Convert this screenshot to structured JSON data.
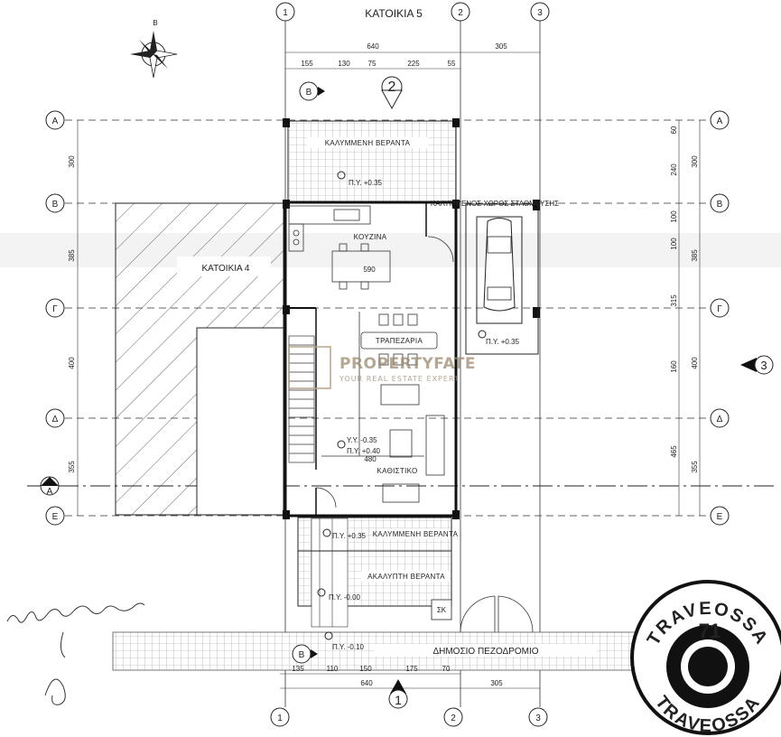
{
  "title": "ΚΑΤΟΙΚΙΑ 5",
  "neighbor_label": "ΚΑΤΟΙΚΙΑ 4",
  "compass_letter": "Β",
  "grid": {
    "rows": [
      "Α",
      "Β",
      "Γ",
      "Δ",
      "Ε"
    ],
    "cols": [
      "1",
      "2",
      "3"
    ]
  },
  "section_markers": {
    "top": "2",
    "right": "3",
    "bottom": "1",
    "section_letter": "Α",
    "level_marker": "Β"
  },
  "rooms": {
    "covered_veranda_top": "ΚΑΛΥΜΜΕΝΗ ΒΕΡΑΝΤΑ",
    "parking": "ΚΑΛΥΜΜΕΝΟΣ ΧΩΡΟΣ ΣΤΑΘΜΕΥΣΗΣ",
    "kitchen": "ΚΟΥΖΙΝΑ",
    "dining": "ΤΡΑΠΕΖΑΡΙΑ",
    "living": "ΚΑΘΙΣΤΙΚΟ",
    "covered_veranda_bottom": "ΚΑΛΥΜΜΕΝΗ ΒΕΡΑΝΤΑ",
    "open_veranda": "ΑΚΑΛΥΠΤΗ ΒΕΡΑΝΤΑ",
    "sk": "ΣΚ",
    "sidewalk": "ΔΗΜΟΣΙΟ ΠΕΖΟΔΡΟΜΙΟ"
  },
  "levels": {
    "veranda_top": "Π.Υ. +0.35",
    "parking": "Π.Υ. +0.35",
    "living_yy": "Υ.Υ. -0.35",
    "living_py": "Π.Υ. +0.40",
    "veranda_bottom": "Π.Υ. +0.35",
    "open_veranda": "Π.Υ. -0.00",
    "sidewalk": "Π.Υ. -0.10"
  },
  "dims": {
    "top_total": "640",
    "top_right": "305",
    "top_parts": [
      "155",
      "130",
      "75",
      "225",
      "55"
    ],
    "bottom_total": "640",
    "bottom_right": "305",
    "bottom_parts": [
      "135",
      "110",
      "150",
      "175",
      "70"
    ],
    "left": [
      "300",
      "385",
      "400",
      "355"
    ],
    "right_outer": [
      "300",
      "385",
      "400",
      "355"
    ],
    "right_inner": [
      "60",
      "240",
      "100",
      "100",
      "315",
      "160",
      "465"
    ],
    "kitchen_width": "590",
    "living_width": "480"
  },
  "watermark": {
    "brand": "PROPERTYFATE",
    "tagline": "YOUR REAL ESTATE EXPERT"
  },
  "badge": {
    "text_top": "TRAVEOSSA",
    "text_bottom": "TRAVEOSSA",
    "number": "71"
  },
  "colors": {
    "line": "#222222",
    "badge_bg": "#111111",
    "watermark": "#b7a58a"
  }
}
